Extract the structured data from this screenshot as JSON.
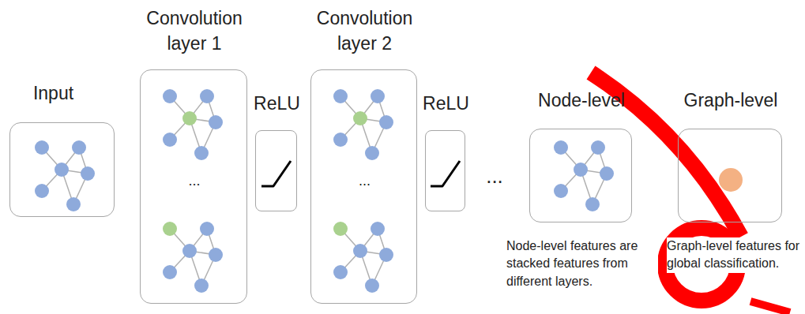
{
  "diagram": {
    "nodes": [
      {
        "text": [
          "Input"
        ]
      },
      {
        "text": [
          "Convolution layer 1",
          "..."
        ]
      },
      {
        "text": [
          "ReLU"
        ]
      },
      {
        "text": [
          "Convolution layer 2",
          "..."
        ]
      },
      {
        "text": [
          "ReLU"
        ]
      },
      {
        "text": [
          "Node-level",
          "Node-level features are stacked features from different layers."
        ]
      },
      {
        "text": [
          "Graph-level",
          "Graph-level features for global classification."
        ]
      }
    ],
    "labels": [
      "..."
    ]
  }
}
